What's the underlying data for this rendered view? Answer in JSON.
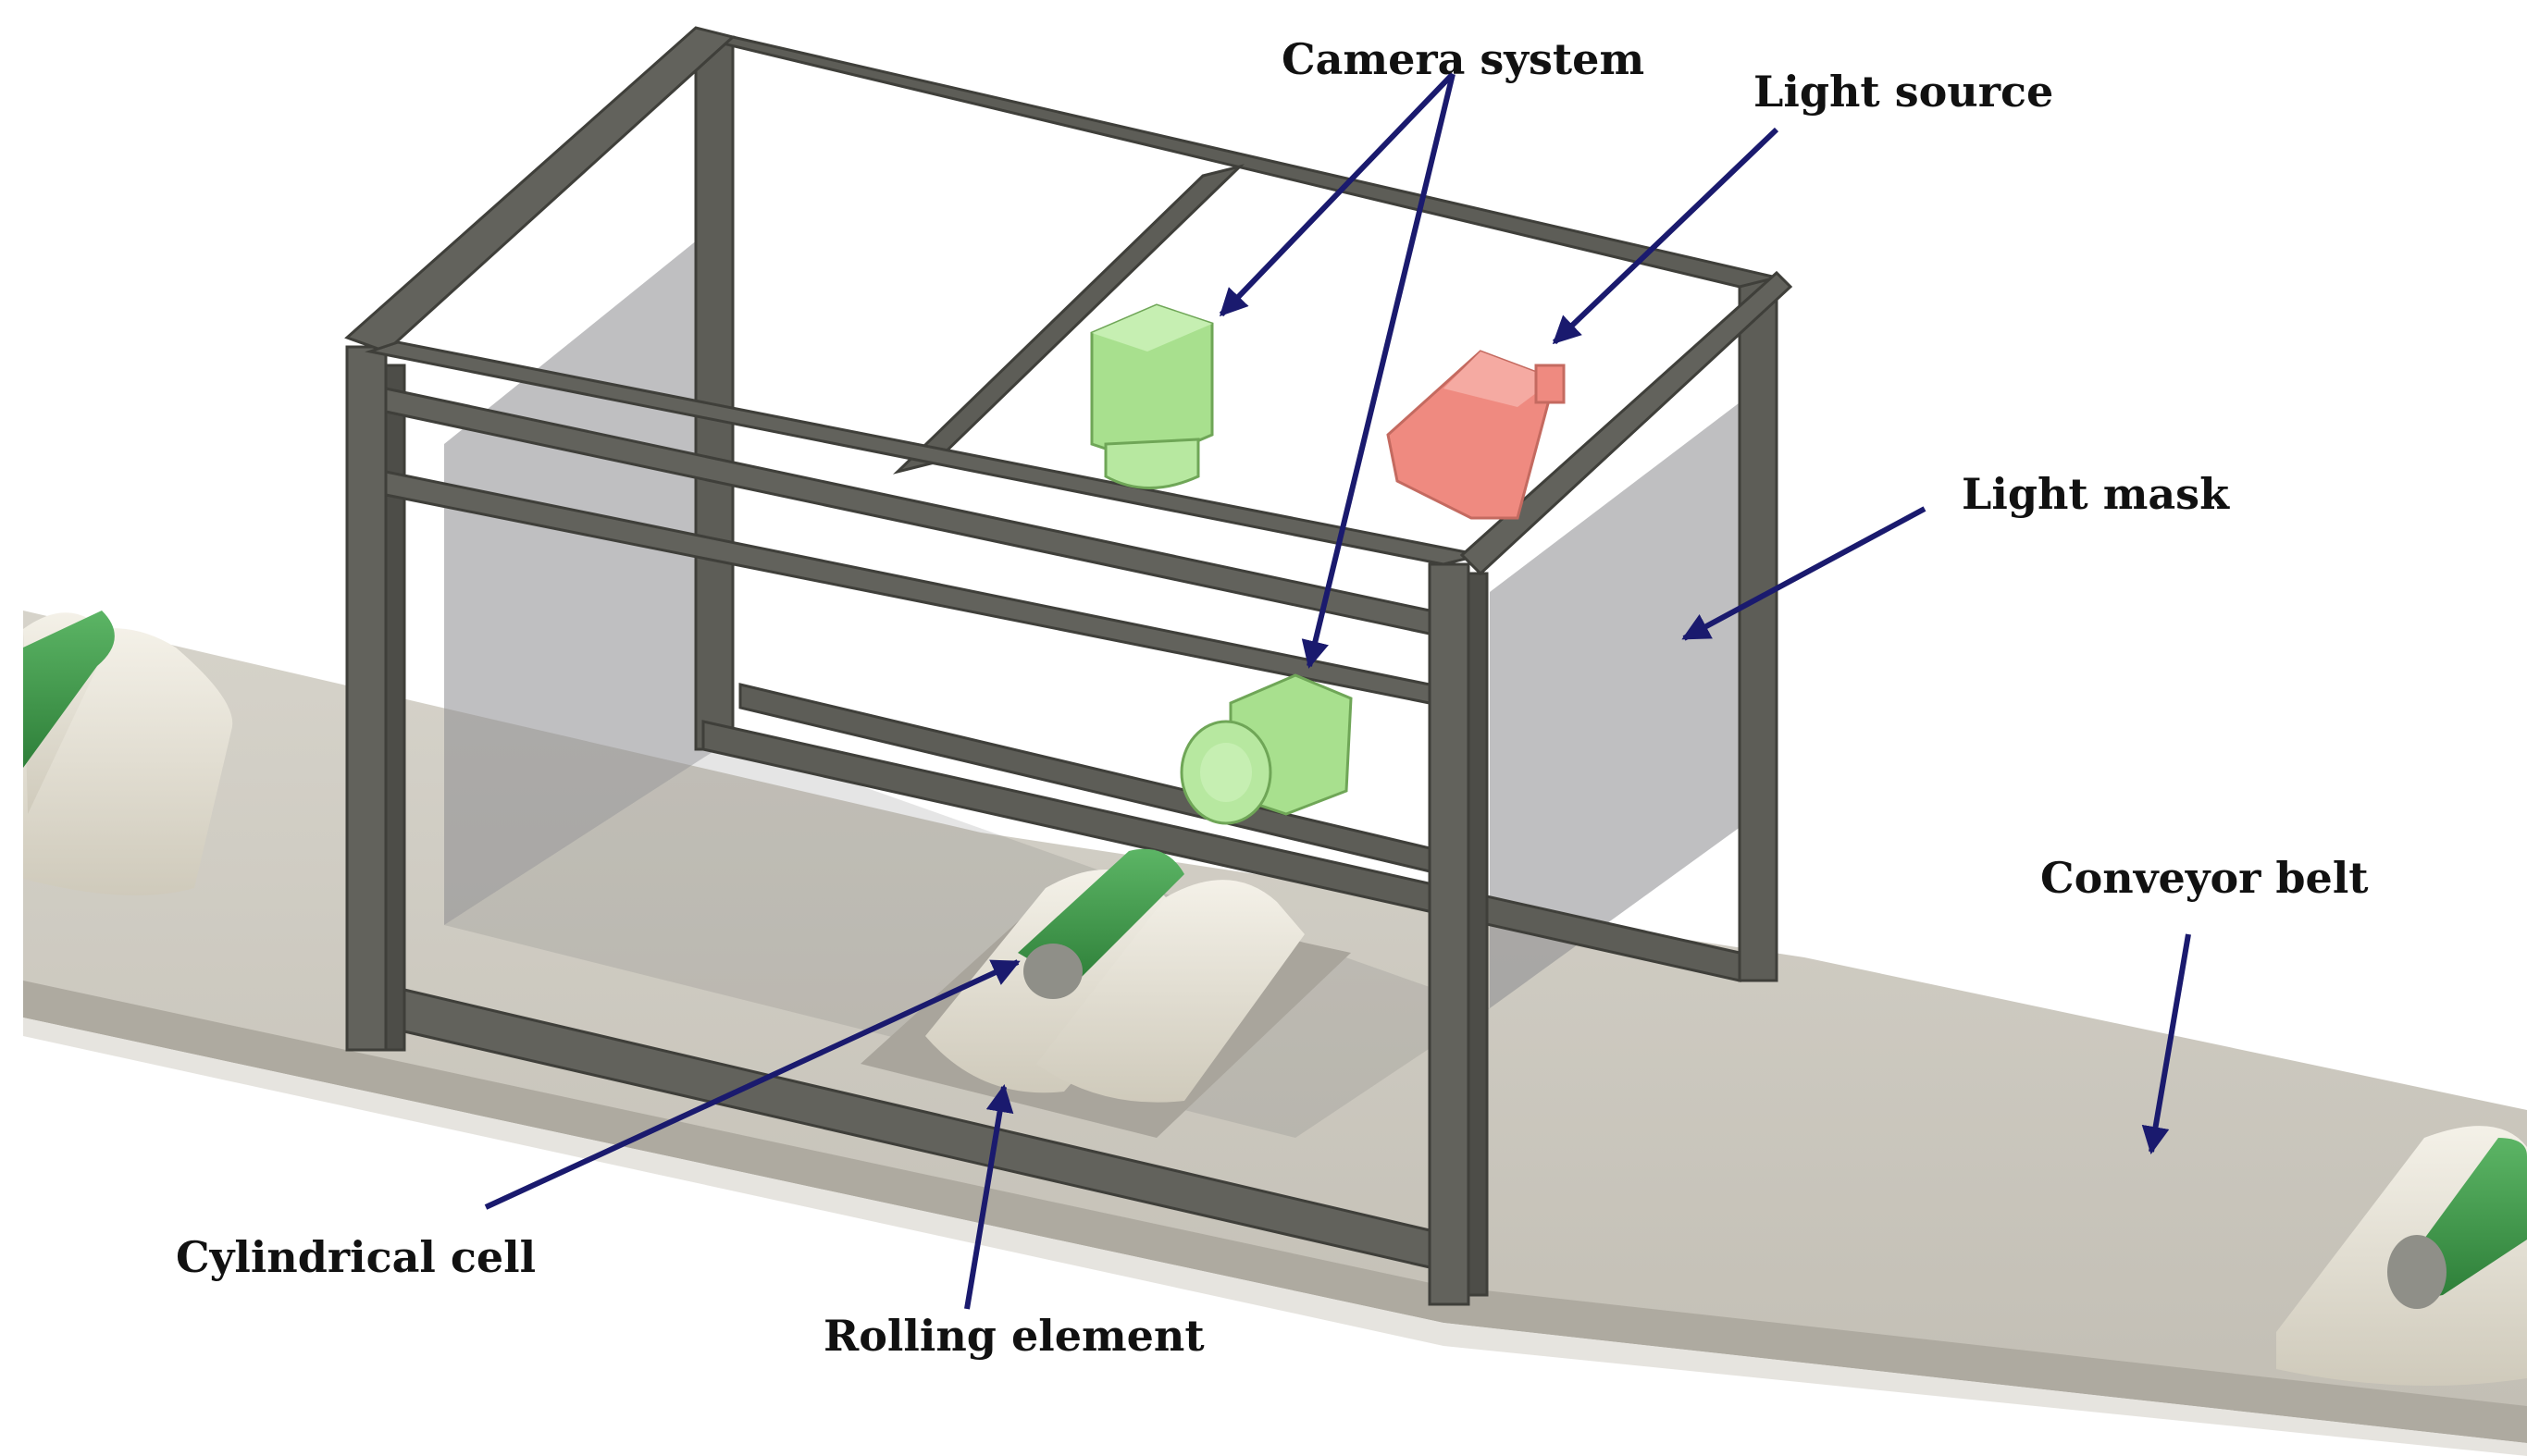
{
  "labels": {
    "camera_system": "Camera system",
    "light_source": "Light source",
    "light_mask": "Light mask",
    "conveyor_belt": "Conveyor belt",
    "cylindrical_cell": "Cylindrical cell",
    "rolling_element": "Rolling element"
  },
  "colors": {
    "arrow": "#1a1a6e",
    "frame": "#5d5d57",
    "belt": "#cbc7bd",
    "camera": "#a8e08e",
    "light_source": "#ef8a80",
    "cell": "#3d9a49",
    "roller": "#e7e3d6",
    "mask": "#8a8a8e"
  }
}
